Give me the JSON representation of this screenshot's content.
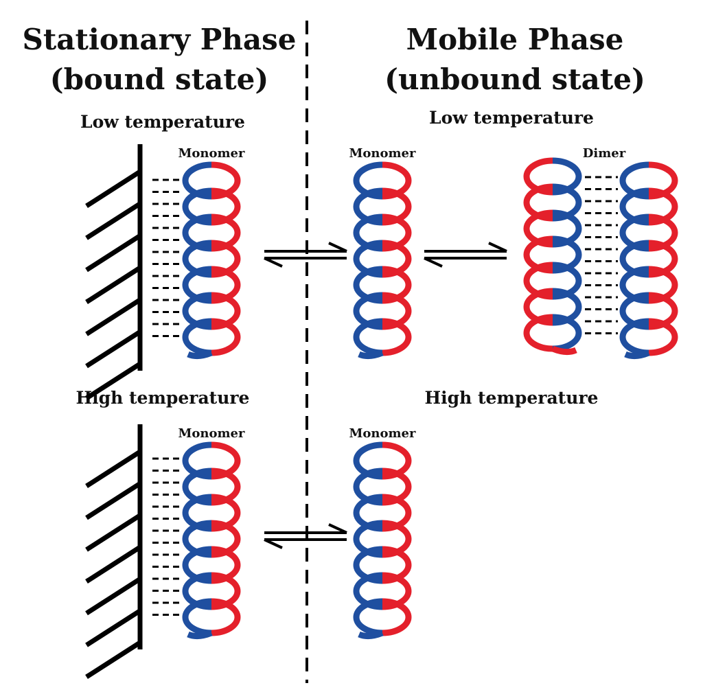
{
  "colors": {
    "blue": "#1f4fa0",
    "red": "#e4202b",
    "ink": "#000000"
  },
  "left_panel": {
    "title_line1": "Stationary Phase",
    "title_line2": "(bound state)"
  },
  "right_panel": {
    "title_line1": "Mobile Phase",
    "title_line2": "(unbound state)"
  },
  "low_temp": {
    "left_heading": "Low temperature",
    "right_heading": "Low temperature",
    "bound_label": "Monomer",
    "free_label": "Monomer",
    "dimer_label": "Dimer"
  },
  "high_temp": {
    "left_heading": "High temperature",
    "right_heading": "High temperature",
    "bound_label": "Monomer",
    "free_label": "Monomer"
  }
}
